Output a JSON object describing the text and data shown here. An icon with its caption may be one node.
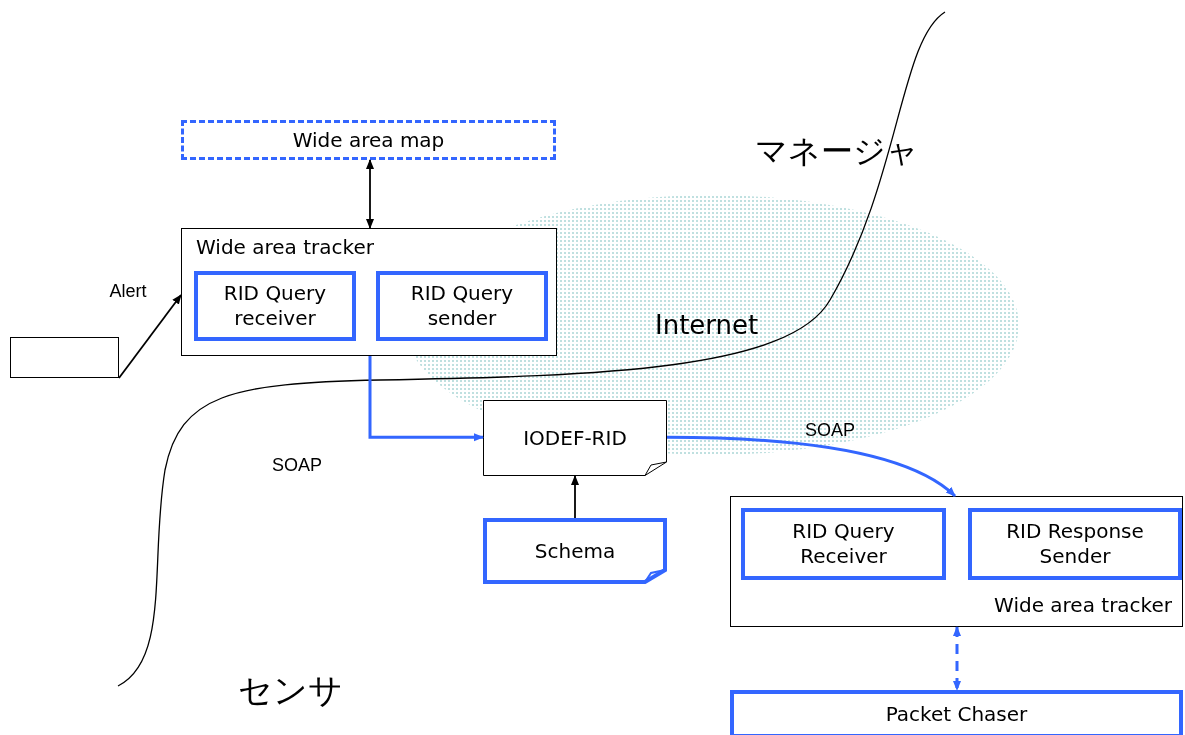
{
  "diagram": {
    "nodes": [
      {
        "text": [
          "Wide area map"
        ]
      },
      {
        "text": [
          "Wide area tracker"
        ]
      },
      {
        "text": [
          "RID Query receiver"
        ],
        "in": 1
      },
      {
        "text": [
          "RID Query sender"
        ],
        "in": 1
      },
      {
        "text": [],
        "shape": "box"
      },
      {
        "text": [
          "IODEF-RID"
        ]
      },
      {
        "text": [
          "Schema"
        ]
      },
      {
        "text": [
          "Wide area tracker"
        ]
      },
      {
        "text": [
          "RID Query Receiver"
        ],
        "in": 7
      },
      {
        "text": [
          "RID Response Sender"
        ],
        "in": 7
      },
      {
        "text": [
          "Packet Chaser"
        ]
      }
    ],
    "edges": [
      {
        "from": 0,
        "to": 1,
        "arrow": "both"
      },
      {
        "from": 4,
        "to": 1,
        "arrow": "to",
        "label": "Alert"
      },
      {
        "from": 1,
        "to": 5,
        "arrow": "to",
        "color": "#3366ff"
      },
      {
        "from": 6,
        "to": 5,
        "arrow": "to"
      },
      {
        "from": 5,
        "to": 7,
        "arrow": "to",
        "label": "SOAP",
        "color": "#3366ff"
      },
      {
        "from": 7,
        "to": 10,
        "arrow": "both",
        "style": "dashed",
        "color": "#3366ff"
      }
    ],
    "labels": [
      "マネージャ",
      "Internet",
      "SOAP",
      "センサ"
    ]
  }
}
